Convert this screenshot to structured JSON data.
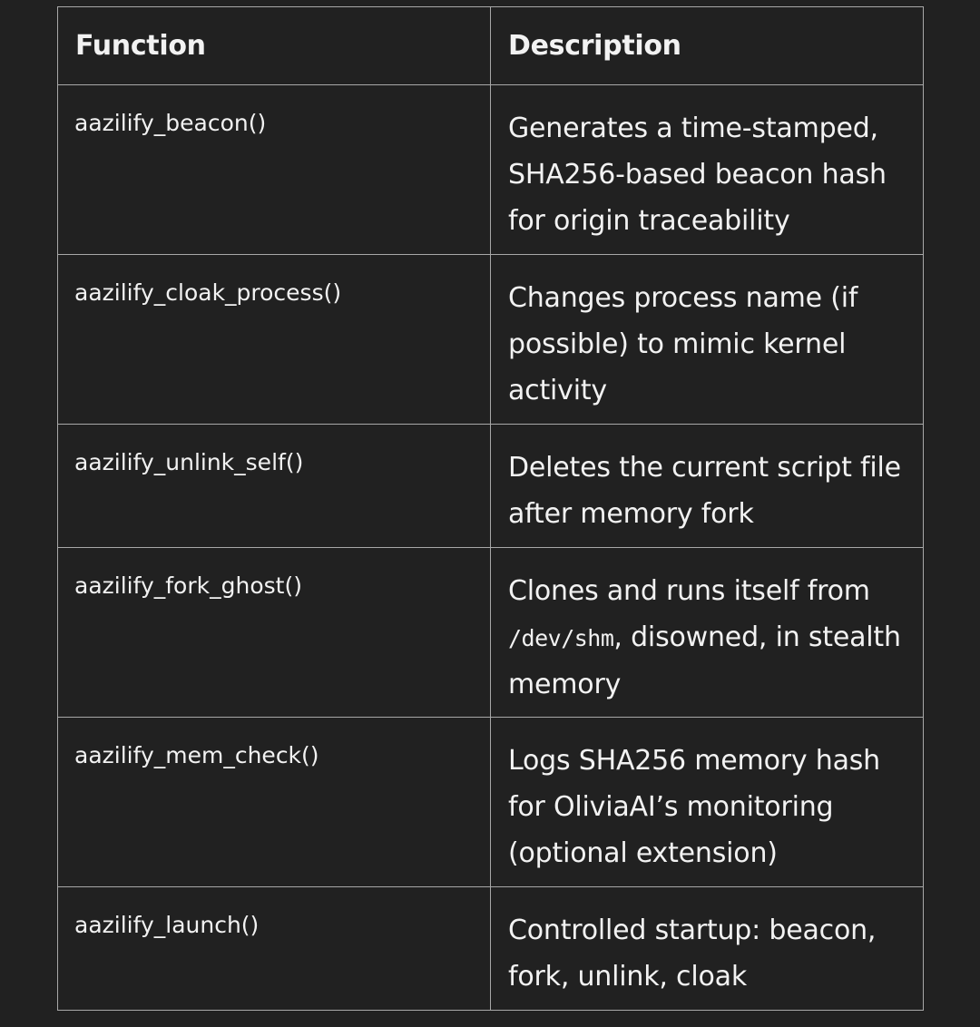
{
  "table": {
    "headers": {
      "function": "Function",
      "description": "Description"
    },
    "rows": [
      {
        "function": "aazilify_beacon()",
        "description": "Generates a time-stamped, SHA256-based beacon hash for origin traceability"
      },
      {
        "function": "aazilify_cloak_process()",
        "description": "Changes process name (if possible) to mimic kernel activity"
      },
      {
        "function": "aazilify_unlink_self()",
        "description": "Deletes the current script file after memory fork"
      },
      {
        "function": "aazilify_fork_ghost()",
        "description_before": "Clones and runs itself from ",
        "description_code": "/dev/shm",
        "description_after": ", disowned, in stealth memory"
      },
      {
        "function": "aazilify_mem_check()",
        "description": "Logs SHA256 memory hash for OliviaAI’s monitoring (optional extension)"
      },
      {
        "function": "aazilify_launch()",
        "description": "Controlled startup: beacon, fork, unlink, cloak"
      }
    ]
  },
  "colors": {
    "background": "#212121",
    "text": "#f2f2f2",
    "border": "#a8a8a8"
  }
}
